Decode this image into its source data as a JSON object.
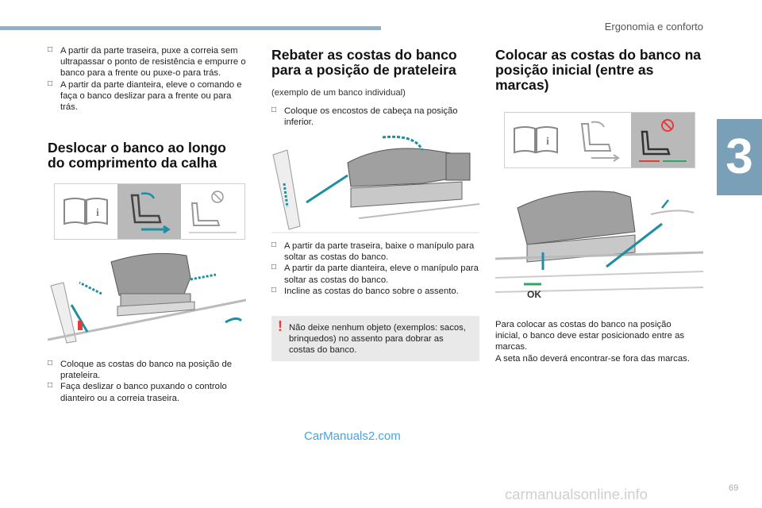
{
  "header": {
    "section": "Ergonomia e conforto",
    "chapter": "3"
  },
  "col1": {
    "top_bullets": [
      "A partir da parte traseira, puxe a correia sem ultrapassar o ponto de resistência e empurre o banco para a frente ou puxe-o para trás.",
      "A partir da parte dianteira, eleve o comando e faça o banco deslizar para a frente ou para trás."
    ],
    "title": "Deslocar o banco ao longo do comprimento da calha",
    "bottom_bullets": [
      "Coloque as costas do banco na posição de prateleira.",
      "Faça deslizar o banco puxando o controlo dianteiro ou a correia traseira."
    ]
  },
  "col2": {
    "title": "Rebater as costas do banco para a posição de prateleira",
    "note": "(exemplo de um banco individual)",
    "bullets_a": [
      "Coloque os encostos de cabeça na posição inferior."
    ],
    "bullets_b": [
      "A partir da parte traseira, baixe o manípulo para soltar as costas do banco.",
      "A partir da parte dianteira, eleve o manípulo para soltar as costas do banco.",
      "Incline as costas do banco sobre o assento."
    ],
    "warning": "Não deixe nenhum objeto (exemplos: sacos, brinquedos) no assento para dobrar as costas do banco."
  },
  "col3": {
    "title": "Colocar as costas do banco na posição inicial (entre as marcas)",
    "ok_label": "OK",
    "paragraph": [
      "Para colocar as costas do banco na posição inicial, o banco deve estar posicionado entre as marcas.",
      "A seta não deverá encontrar-se fora das marcas."
    ]
  },
  "footer": {
    "watermark": "CarManuals2.com",
    "url": "carmanualsonline.info",
    "page": "69"
  },
  "colors": {
    "accent": "#1d8fa0",
    "warning": "#e23c3c",
    "tab": "#7aa0b8"
  }
}
